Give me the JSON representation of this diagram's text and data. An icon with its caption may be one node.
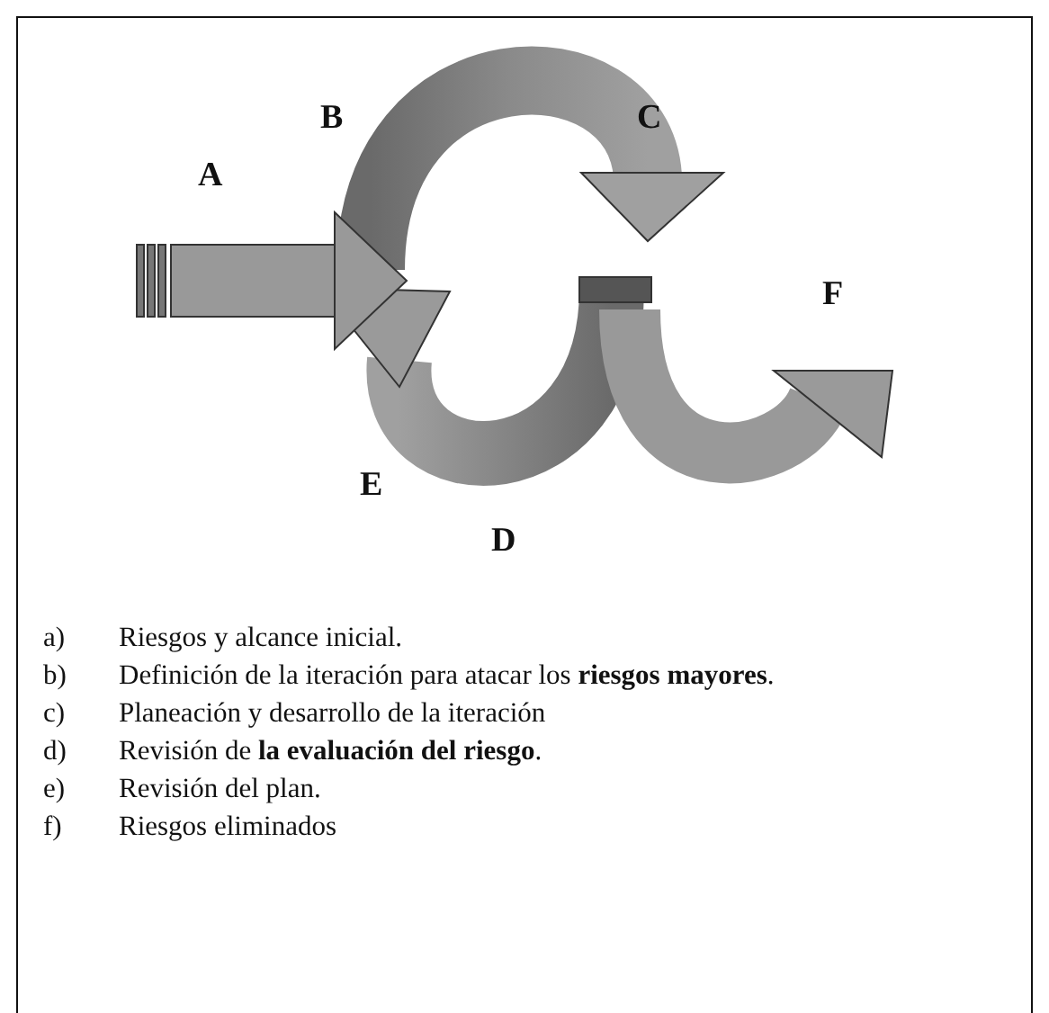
{
  "diagram": {
    "labels": [
      "B",
      "C",
      "A",
      "F",
      "E",
      "D",
      "a)",
      "Riesgos y alcance inicial.",
      "b)",
      "Definición de la iteración para atacar los **riesgos mayores**.",
      "c)",
      "Planeación y desarrollo de la iteración",
      "d)",
      "Revisión de **la evaluación del riesgo**.",
      "e)",
      "Revisión del plan.",
      "f)",
      "Riesgos eliminados"
    ]
  }
}
